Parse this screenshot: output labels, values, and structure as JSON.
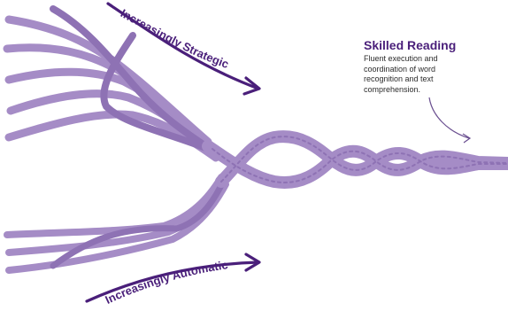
{
  "callout": {
    "title": "Skilled Reading",
    "body": "Fluent execution and coordination of word recognition and text comprehension."
  },
  "labels": {
    "top": "Increasingly Strategic",
    "bottom": "Increasingly Automatic"
  },
  "colors": {
    "strand": "#a58cc6",
    "accent": "#4a1f7a"
  }
}
